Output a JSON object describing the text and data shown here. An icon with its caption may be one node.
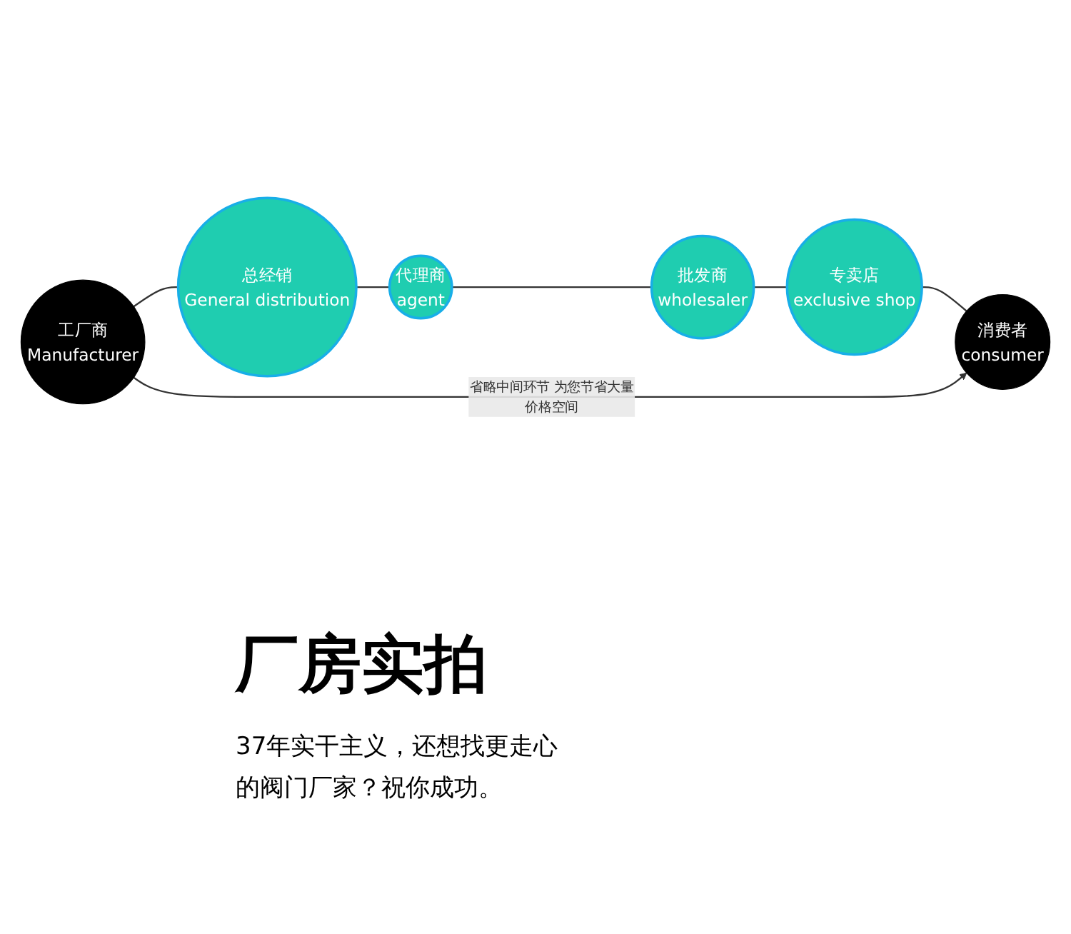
{
  "diagram": {
    "nodes": [
      {
        "text": [
          "工厂商",
          "Manufacturer"
        ]
      },
      {
        "text": [
          "总经销",
          "General distribution"
        ]
      },
      {
        "text": [
          "代理商",
          "agent"
        ]
      },
      {
        "text": [
          "批发商",
          "wholesaler"
        ]
      },
      {
        "text": [
          "专卖店",
          "exclusive shop"
        ]
      },
      {
        "text": [
          "消费者",
          "consumer"
        ]
      }
    ],
    "edges": [
      {
        "from": 0,
        "to": 1,
        "arrow": "none"
      },
      {
        "from": 1,
        "to": 2,
        "arrow": "none"
      },
      {
        "from": 2,
        "to": 3,
        "arrow": "none"
      },
      {
        "from": 3,
        "to": 4,
        "arrow": "none"
      },
      {
        "from": 4,
        "to": 5,
        "arrow": "none"
      },
      {
        "from": 0,
        "to": 5,
        "arrow": "to",
        "label": "省略中间环节 为您节省大量价格空间"
      }
    ],
    "labels": [
      "厂房实拍",
      "37年实干主义，还想找更走心的阀门厂家？祝你成功。"
    ]
  }
}
